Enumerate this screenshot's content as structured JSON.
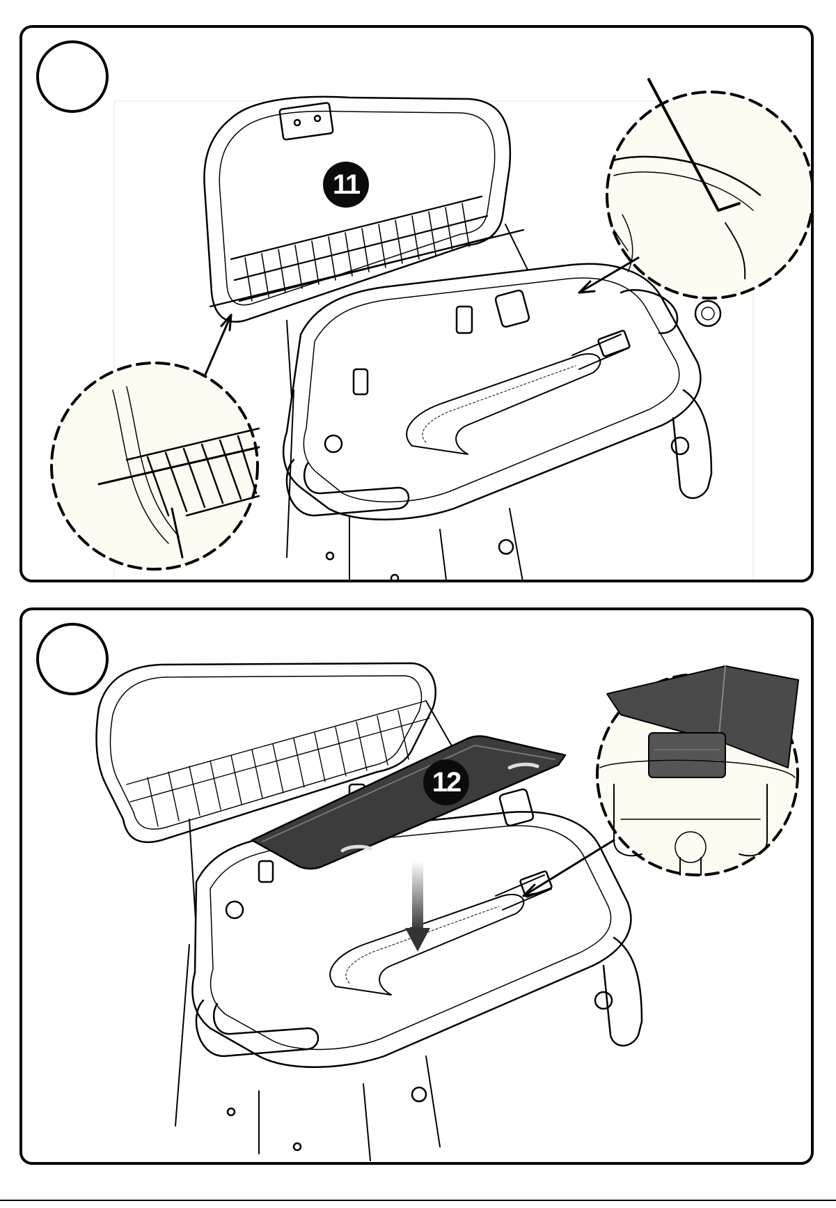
{
  "steps": [
    {
      "part_number": "11",
      "zoom_callouts": 2
    },
    {
      "part_number": "12",
      "zoom_callouts": 1
    }
  ],
  "colors": {
    "outline": "#000000",
    "callout_fill": "#fdfbf2",
    "part_dark": "#3c3c3c",
    "badge": "#0b0b0b"
  },
  "icons": [
    "step-number-circle",
    "part-number-badge",
    "zoom-callout-circle",
    "pointer-arrow",
    "down-arrow"
  ]
}
